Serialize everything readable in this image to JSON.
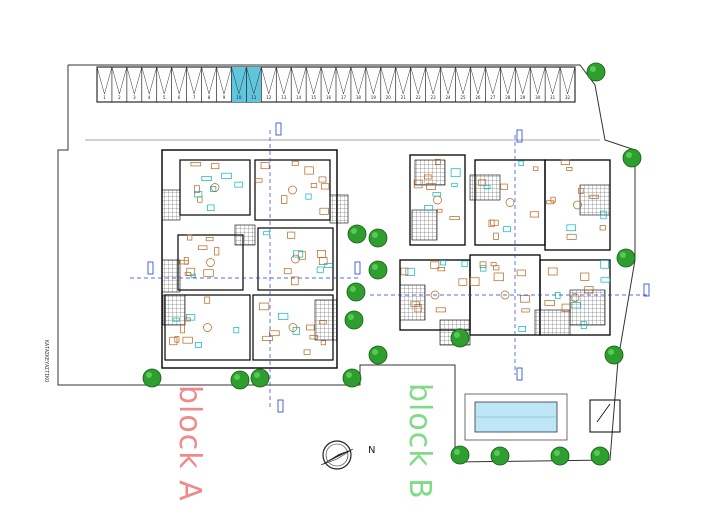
{
  "labels": {
    "block_a": "block A",
    "block_b": "block B",
    "north": "N",
    "side_note": "ΚΑΤΑΣΚΕΥΑΣΤΙΚΟ"
  },
  "parking": {
    "spaces": [
      "1",
      "2",
      "3",
      "4",
      "5",
      "6",
      "7",
      "8",
      "9",
      "10",
      "11",
      "12",
      "13",
      "14",
      "15",
      "16",
      "17",
      "18",
      "19",
      "20",
      "21",
      "22",
      "23",
      "24",
      "25",
      "26",
      "27",
      "28",
      "29",
      "30",
      "31",
      "32"
    ],
    "highlighted": [
      9,
      10
    ]
  },
  "colors": {
    "wall": "#000000",
    "furniture": "#b5651d",
    "wet_area": "#00b7c3",
    "grid_axis": "#1f3fd6",
    "tree": "#2e9e2e",
    "pool": "#bfe6f7",
    "block_a": "#f08a8a",
    "block_b": "#7fdc85"
  },
  "icons": {
    "compass": "compass-icon",
    "tree": "tree-icon",
    "axis_marker": "axis-marker-icon"
  }
}
